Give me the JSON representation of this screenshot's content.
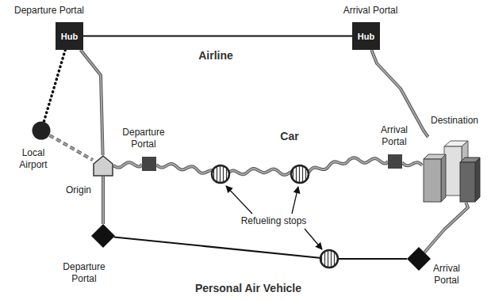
{
  "diagram": {
    "nodes": [
      {
        "text": [
          "Departure Portal",
          "Hub"
        ]
      },
      {
        "text": [
          "Arrival Portal",
          "Hub"
        ]
      },
      {
        "text": [
          "Local Airport"
        ]
      },
      {
        "text": [
          "Origin"
        ]
      },
      {
        "text": [
          "Departure Portal"
        ]
      },
      {
        "text": [
          "Arrival Portal"
        ]
      },
      {
        "text": [
          "Destination"
        ]
      },
      {
        "text": [
          "Departure Portal"
        ]
      },
      {
        "text": [
          "Arrival Portal"
        ]
      }
    ],
    "edges": [
      {
        "from": 0,
        "to": 1,
        "arrow": "none",
        "label": "Airline"
      },
      {
        "from": 0,
        "to": 2,
        "arrow": "none"
      },
      {
        "from": 2,
        "to": 3,
        "arrow": "none"
      },
      {
        "from": 3,
        "to": 0,
        "arrow": "none"
      },
      {
        "from": 3,
        "to": 4,
        "arrow": "none"
      },
      {
        "from": 4,
        "to": 5,
        "arrow": "none",
        "label": "Car"
      },
      {
        "from": 5,
        "to": 6,
        "arrow": "none"
      },
      {
        "from": 1,
        "to": 6,
        "arrow": "none"
      },
      {
        "from": 3,
        "to": 7,
        "arrow": "none"
      },
      {
        "from": 7,
        "to": 8,
        "arrow": "none",
        "label": "Personal Air Vehicle"
      },
      {
        "from": 6,
        "to": 8,
        "arrow": "none"
      }
    ],
    "labels": [
      "Refueling stops"
    ]
  }
}
